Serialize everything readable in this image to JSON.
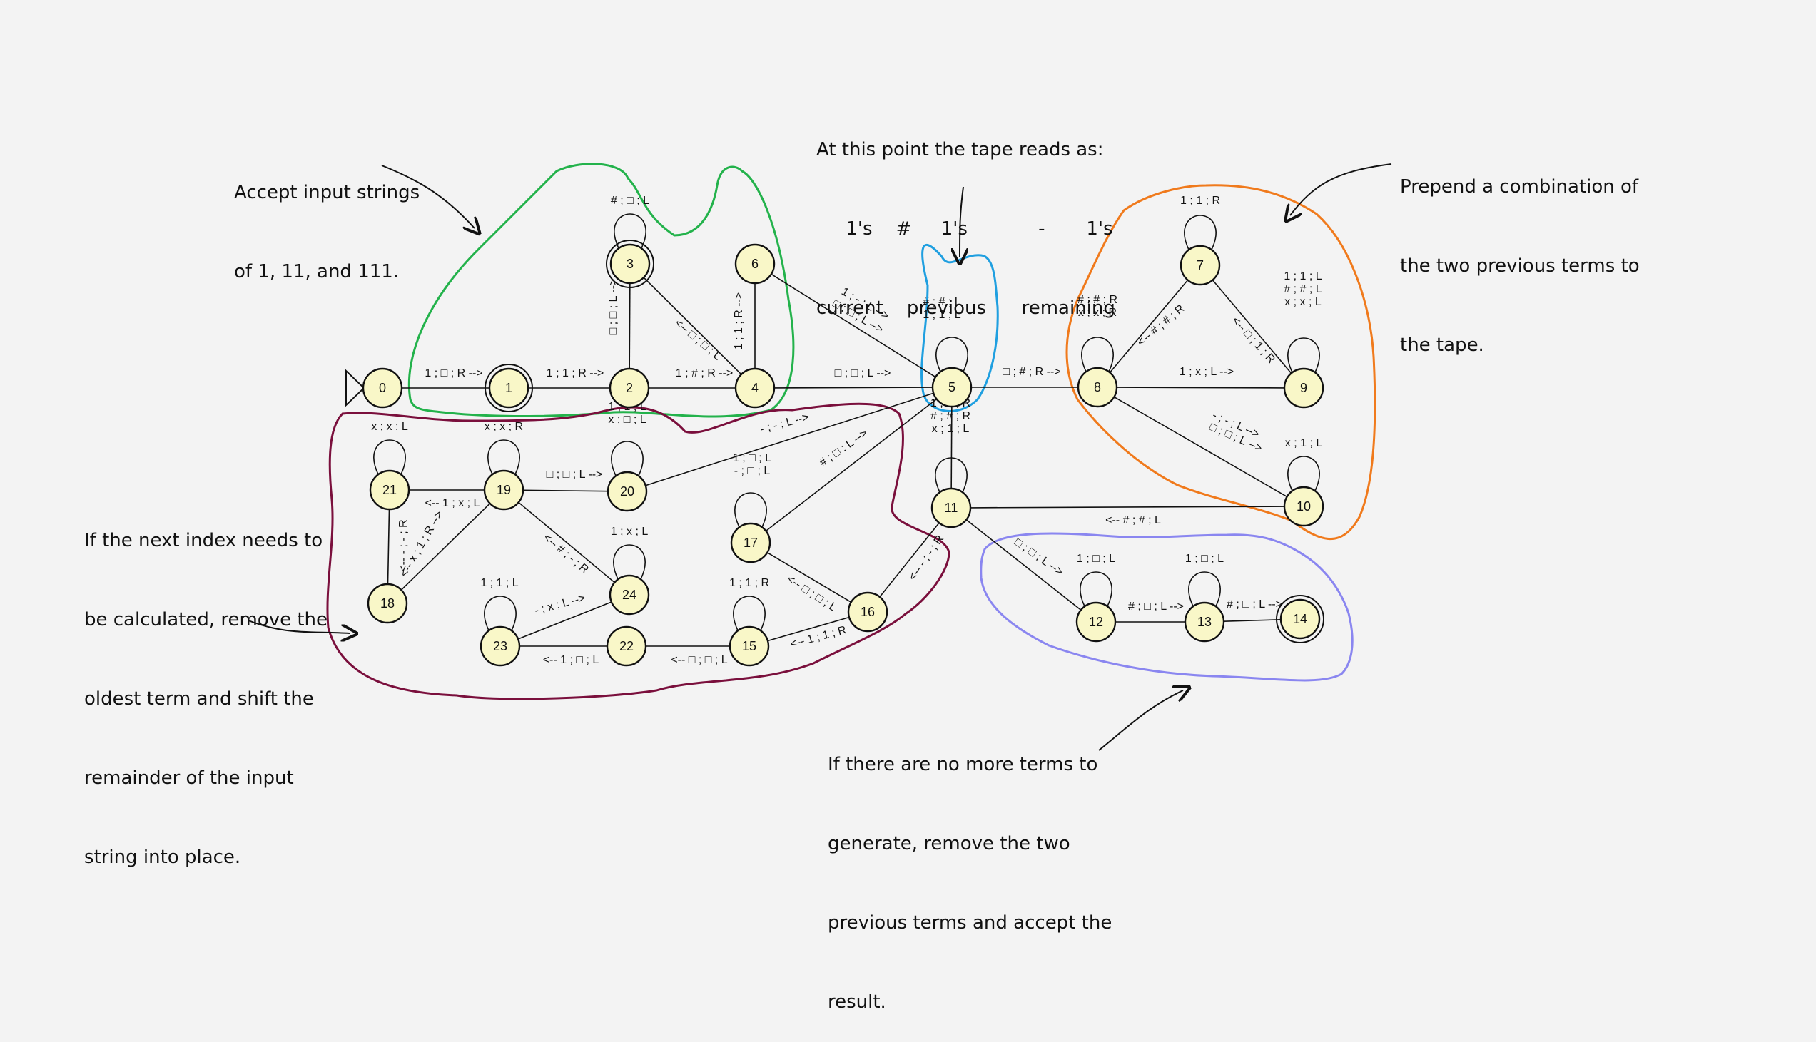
{
  "diagram": {
    "type": "turing-machine-state-diagram",
    "colors": {
      "state_fill": "#f9f7c8",
      "state_stroke": "#111111",
      "edge_stroke": "#111111",
      "arrow_stroke": "#111111",
      "region_accept": "#23b24b",
      "region_tape": "#1f9fe0",
      "region_prepend": "#f07a1c",
      "region_shift": "#7a0f3c",
      "region_finish": "#8a86f0"
    },
    "states": [
      {
        "id": "0",
        "label": "0",
        "accept": false,
        "start": true
      },
      {
        "id": "1",
        "label": "1",
        "accept": true
      },
      {
        "id": "2",
        "label": "2",
        "accept": false
      },
      {
        "id": "3",
        "label": "3",
        "accept": true
      },
      {
        "id": "4",
        "label": "4",
        "accept": false
      },
      {
        "id": "5",
        "label": "5",
        "accept": false
      },
      {
        "id": "6",
        "label": "6",
        "accept": false
      },
      {
        "id": "7",
        "label": "7",
        "accept": false
      },
      {
        "id": "8",
        "label": "8",
        "accept": false
      },
      {
        "id": "9",
        "label": "9",
        "accept": false
      },
      {
        "id": "10",
        "label": "10",
        "accept": false
      },
      {
        "id": "11",
        "label": "11",
        "accept": false
      },
      {
        "id": "12",
        "label": "12",
        "accept": false
      },
      {
        "id": "13",
        "label": "13",
        "accept": false
      },
      {
        "id": "14",
        "label": "14",
        "accept": true
      },
      {
        "id": "15",
        "label": "15",
        "accept": false
      },
      {
        "id": "16",
        "label": "16",
        "accept": false
      },
      {
        "id": "17",
        "label": "17",
        "accept": false
      },
      {
        "id": "18",
        "label": "18",
        "accept": false
      },
      {
        "id": "19",
        "label": "19",
        "accept": false
      },
      {
        "id": "20",
        "label": "20",
        "accept": false
      },
      {
        "id": "21",
        "label": "21",
        "accept": false
      },
      {
        "id": "22",
        "label": "22",
        "accept": false
      },
      {
        "id": "23",
        "label": "23",
        "accept": false
      },
      {
        "id": "24",
        "label": "24",
        "accept": false
      }
    ],
    "edges": [
      {
        "from": "0",
        "to": "1"
      },
      {
        "from": "1",
        "to": "2"
      },
      {
        "from": "2",
        "to": "3"
      },
      {
        "from": "2",
        "to": "4"
      },
      {
        "from": "3",
        "to": "4"
      },
      {
        "from": "6",
        "to": "4"
      },
      {
        "from": "4",
        "to": "5"
      },
      {
        "from": "6",
        "to": "5"
      },
      {
        "from": "5",
        "to": "8"
      },
      {
        "from": "8",
        "to": "7"
      },
      {
        "from": "7",
        "to": "9"
      },
      {
        "from": "8",
        "to": "9"
      },
      {
        "from": "8",
        "to": "10"
      },
      {
        "from": "10",
        "to": "11"
      },
      {
        "from": "5",
        "to": "11"
      },
      {
        "from": "11",
        "to": "12"
      },
      {
        "from": "12",
        "to": "13"
      },
      {
        "from": "13",
        "to": "14"
      },
      {
        "from": "11",
        "to": "16"
      },
      {
        "from": "16",
        "to": "17"
      },
      {
        "from": "16",
        "to": "15"
      },
      {
        "from": "15",
        "to": "22"
      },
      {
        "from": "22",
        "to": "23"
      },
      {
        "from": "23",
        "to": "24"
      },
      {
        "from": "24",
        "to": "19"
      },
      {
        "from": "19",
        "to": "18"
      },
      {
        "from": "21",
        "to": "18"
      },
      {
        "from": "21",
        "to": "19"
      },
      {
        "from": "19",
        "to": "20"
      },
      {
        "from": "20",
        "to": "5"
      },
      {
        "from": "17",
        "to": "5"
      }
    ],
    "edge_labels": [
      "1 ; □ ; R -->",
      "1 ; 1 ; R -->",
      "1 ; # ; R -->",
      "□ ; □ ; L -->",
      "<-- □ ; □ ; L",
      "1 ; 1 ; R -->",
      "1 ; - ; L -->",
      "□ ; □ ; L -->",
      "□ ; □ ; L -->",
      "□ ; # ; R -->",
      "<-- # ; # ; R",
      "<-- □ ; 1 ; R",
      "1 ; x ; L -->",
      "- ; - ; L -->",
      "□ ; □ ; L -->",
      "<-- # ; # ; L",
      "□ ; □ ; L -->",
      "# ; □ ; L -->",
      "# ; □ ; L -->",
      "<-- - ; - ; R",
      "<-- □ ; □ ; L",
      "<-- 1 ; 1 ; R",
      "<-- □ ; □ ; L",
      "<-- 1 ; □ ; L",
      "- ; x ; L -->",
      "<-- # ; - ; R",
      "<-- - ; - ; R",
      "<-- x ; 1 ; R -->",
      "<-- 1 ; x ; L",
      "□ ; □ ; L -->",
      "- ; - ; L -->",
      "# ; □ ; L -->"
    ],
    "self_loop_labels": [
      {
        "state": "3",
        "lines": [
          "# ; □ ; L"
        ]
      },
      {
        "state": "5",
        "lines": [
          "# ; # ; L",
          "1 ; 1 ; L"
        ]
      },
      {
        "state": "7",
        "lines": [
          "1 ; 1 ; R"
        ]
      },
      {
        "state": "8",
        "lines": [
          "# ; # ; R",
          "x ; x ; R"
        ]
      },
      {
        "state": "9",
        "lines": [
          "1 ; 1 ; L",
          "# ; # ; L",
          "x ; x ; L"
        ]
      },
      {
        "state": "10",
        "lines": [
          "x ; 1 ; L"
        ]
      },
      {
        "state": "11",
        "lines": [
          "1 ; 1 ; R",
          "# ; # ; R",
          "x ; 1 ; L"
        ]
      },
      {
        "state": "12",
        "lines": [
          "1 ; □ ; L"
        ]
      },
      {
        "state": "13",
        "lines": [
          "1 ; □ ; L"
        ]
      },
      {
        "state": "15",
        "lines": [
          "1 ; 1 ; R"
        ]
      },
      {
        "state": "17",
        "lines": [
          "1 ; □ ; L",
          "- ; □ ; L"
        ]
      },
      {
        "state": "19",
        "lines": [
          "x ; x ; R"
        ]
      },
      {
        "state": "20",
        "lines": [
          "1 ; 1 ; L",
          "x ; □ ; L"
        ]
      },
      {
        "state": "21",
        "lines": [
          "x ; x ; L"
        ]
      },
      {
        "state": "23",
        "lines": [
          "1 ; 1 ; L"
        ]
      },
      {
        "state": "24",
        "lines": [
          "1 ; x ; L"
        ]
      }
    ]
  },
  "notes": {
    "accept": [
      "Accept input strings",
      "of 1, 11, and 111."
    ],
    "tape": {
      "title": "At this point the tape reads as:",
      "row1": "     1's    #     1's            -       1's",
      "row2": "current    previous      remaining"
    },
    "prepend": [
      "Prepend a combination of",
      "the two previous terms to",
      "the tape."
    ],
    "shift": [
      "If the next index needs to",
      "be calculated, remove the",
      "oldest term and shift the",
      "remainder of the input",
      "string into place."
    ],
    "finish": [
      "If there are no more terms to",
      "generate, remove the two",
      "previous terms and accept the",
      "result."
    ]
  }
}
